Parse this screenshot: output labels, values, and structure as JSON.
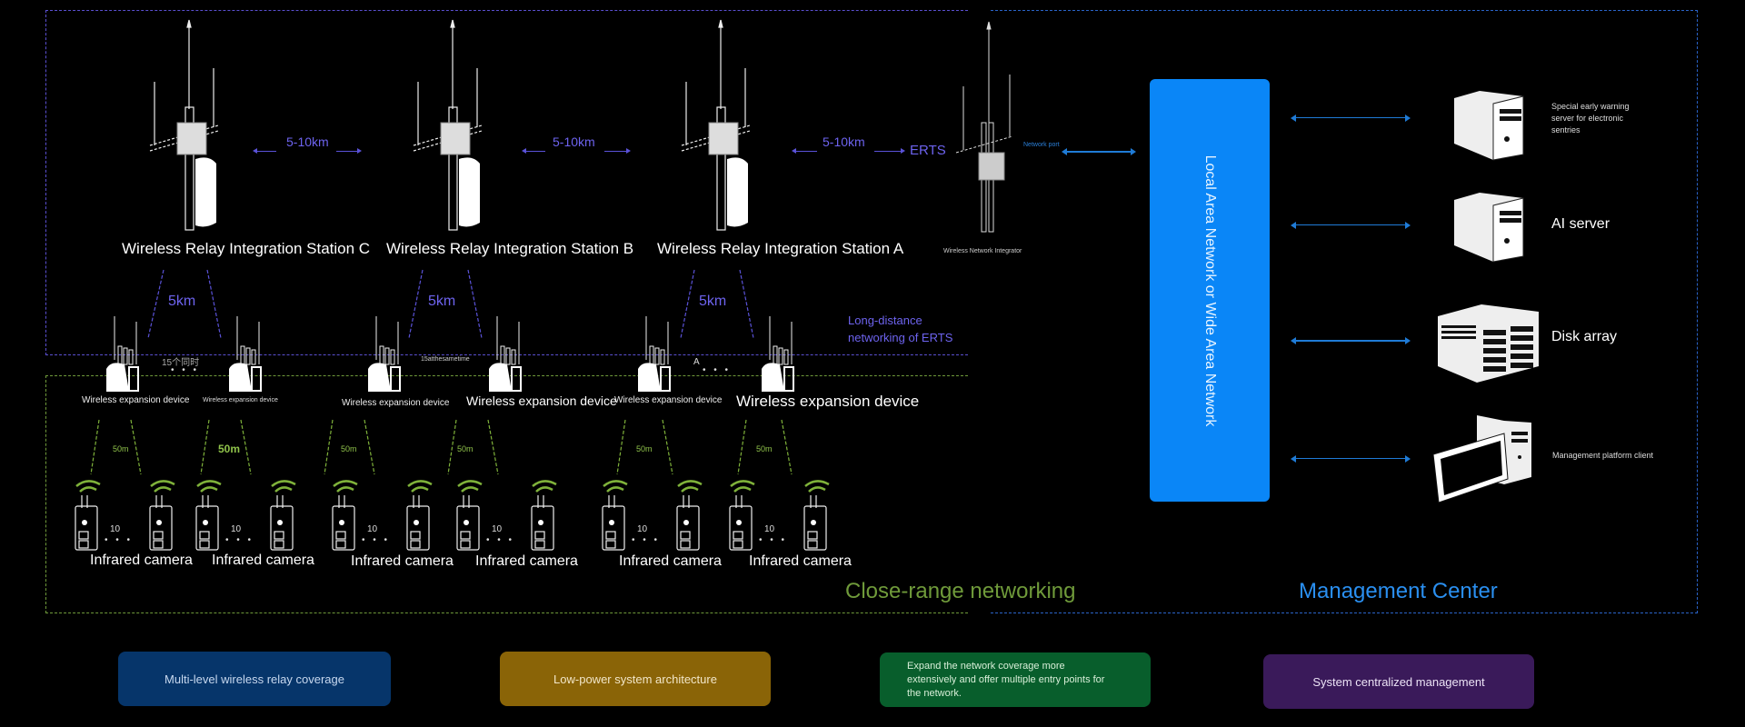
{
  "colors": {
    "long_distance": "#6d63ee",
    "close_range": "#6f9a3a",
    "management": "#2a8ff0",
    "lan_box": "#0a86f7",
    "badge_blue": "#06356a",
    "badge_gold": "#8a6407",
    "badge_green": "#085e2c",
    "badge_purple": "#3a1a5a"
  },
  "stations": [
    {
      "label": "Wireless Relay Integration Station C",
      "icon": "relay-tower-icon"
    },
    {
      "label": "Wireless Relay Integration Station B",
      "icon": "relay-tower-icon"
    },
    {
      "label": "Wireless Relay Integration Station A",
      "icon": "relay-tower-icon"
    }
  ],
  "relay_links": [
    "5-10km",
    "5-10km",
    "5-10km"
  ],
  "erts_label": "ERTS",
  "integrator": {
    "label": "Wireless Network Integrator",
    "port_label": "Network port",
    "icon": "network-integrator-icon"
  },
  "station_to_expansion_distance": [
    "5km",
    "5km",
    "5km"
  ],
  "long_distance_caption": "Long-distance networking of ERTS",
  "expansion_groups": [
    {
      "left_label": "Wireless expansion device",
      "right_label": "Wireless expansion device",
      "concurrency_note": "15个同时"
    },
    {
      "left_label": "Wireless expansion device",
      "right_label": "Wireless expansion device",
      "concurrency_note": "15atthesametime"
    },
    {
      "left_label": "Wireless expansion device",
      "right_label": "Wireless expansion device",
      "concurrency_note": "A"
    }
  ],
  "camera_groups": [
    {
      "distance": "50m",
      "count": "10",
      "label": "Infrared camera"
    },
    {
      "distance": "50m",
      "count": "10",
      "label": "Infrared camera"
    },
    {
      "distance": "50m",
      "count": "10",
      "label": "Infrared camera"
    },
    {
      "distance": "50m",
      "count": "10",
      "label": "Infrared camera"
    },
    {
      "distance": "50m",
      "count": "10",
      "label": "Infrared camera"
    },
    {
      "distance": "50m",
      "count": "10",
      "label": "Infrared camera"
    }
  ],
  "lan_box_label": "Local Area Network or Wide Area Network",
  "management_devices": [
    {
      "label": "Special early warning server for electronic sentries",
      "icon": "server-tower-icon"
    },
    {
      "label": "AI server",
      "icon": "server-tower-icon"
    },
    {
      "label": "Disk array",
      "icon": "disk-array-icon"
    },
    {
      "label": "Management platform client",
      "icon": "desktop-client-icon"
    }
  ],
  "section_titles": {
    "close_range": "Close-range networking",
    "management": "Management Center"
  },
  "features": [
    "Multi-level wireless relay coverage",
    "Low-power system architecture",
    "Expand the network coverage more extensively and offer multiple entry points for the network.",
    "System centralized management"
  ]
}
